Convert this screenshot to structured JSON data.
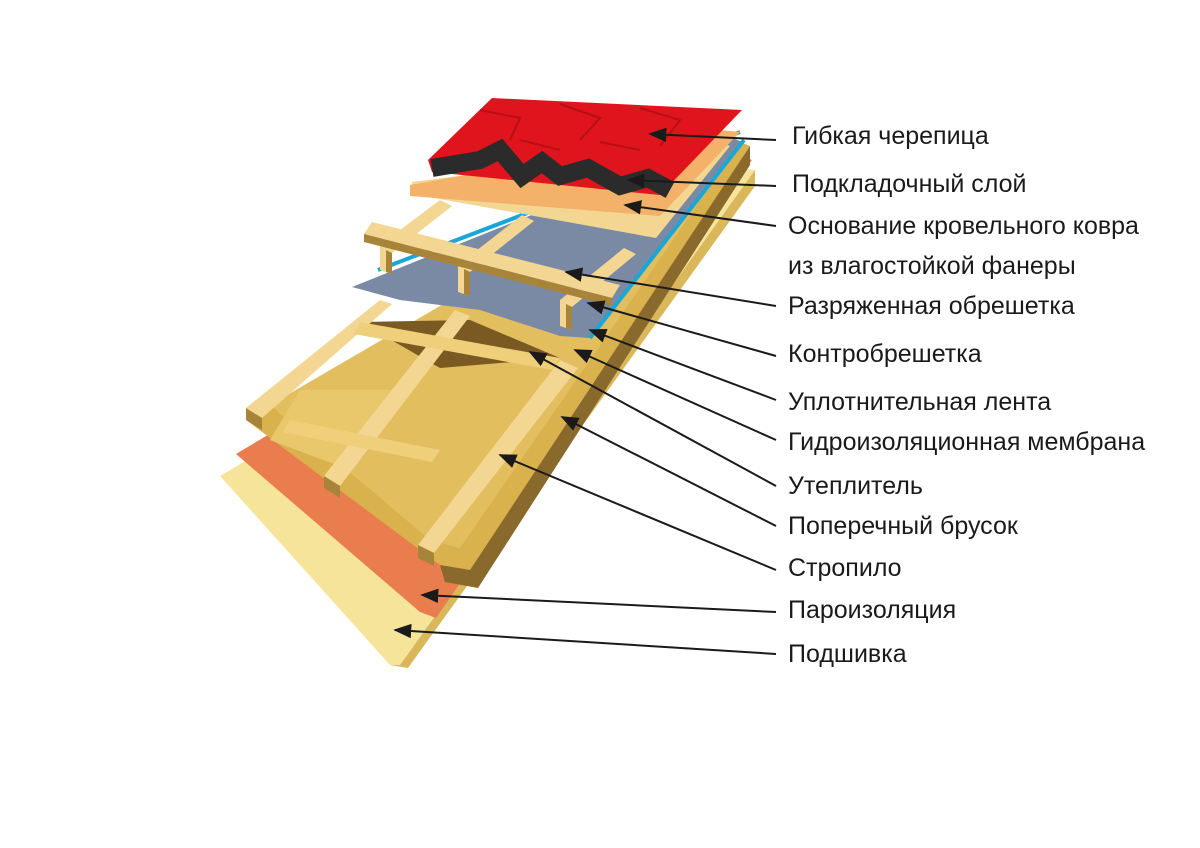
{
  "labels": [
    {
      "id": "shingles",
      "text": "Гибкая черепица"
    },
    {
      "id": "underlay",
      "text": "Подкладочный слой"
    },
    {
      "id": "plywood_1",
      "text": "Основание кровельного ковра"
    },
    {
      "id": "plywood_2",
      "text": "из влагостойкой фанеры"
    },
    {
      "id": "sparse_battens",
      "text": "Разряженная обрешетка"
    },
    {
      "id": "counter_battens",
      "text": "Контробрешетка"
    },
    {
      "id": "sealing_tape",
      "text": "Уплотнительная лента"
    },
    {
      "id": "membrane",
      "text": "Гидроизоляционная мембрана"
    },
    {
      "id": "insulation",
      "text": "Утеплитель"
    },
    {
      "id": "cross_beam",
      "text": "Поперечный брусок"
    },
    {
      "id": "rafter",
      "text": "Стропило"
    },
    {
      "id": "vapor_barrier",
      "text": "Пароизоляция"
    },
    {
      "id": "soffit",
      "text": "Подшивка"
    }
  ],
  "colors": {
    "shingle_red": "#e0141c",
    "shingle_dark": "#2b2b2b",
    "underlay": "#f3b169",
    "wood_light": "#f3d692",
    "wood_mid": "#e2be5e",
    "wood_dark": "#8a6a2c",
    "membrane": "#7a8aa4",
    "tape": "#1aa7d8",
    "vapor": "#ea7d4e",
    "soffit": "#f6e49a",
    "text": "#1a1a1a"
  }
}
